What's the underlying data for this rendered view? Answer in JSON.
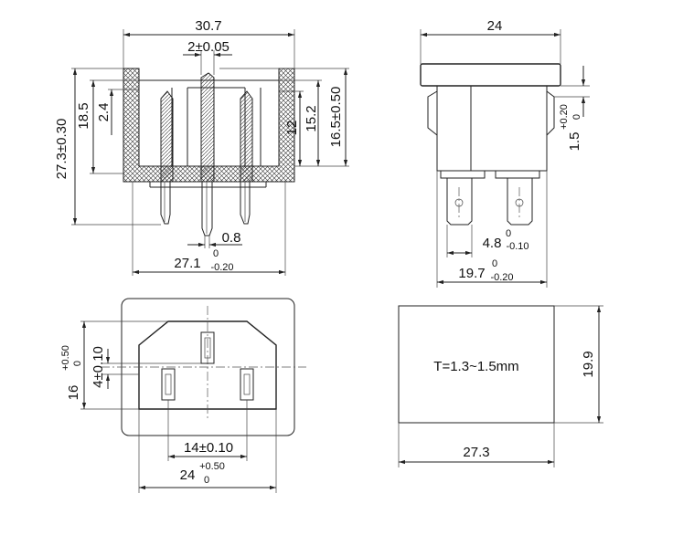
{
  "views": {
    "side": {
      "dims": {
        "top_width": "30.7",
        "pin_thickness": "2±0.05",
        "total_height": "27.3±0.30",
        "body_height": "18.5",
        "wall": "2.4",
        "right_height": "16.5±0.50",
        "right_mid": "15.2",
        "right_inner": "12",
        "pin_width": "0.8",
        "bottom_width_main": "27.1",
        "bottom_width_tol_upper": "0",
        "bottom_width_tol_lower": "-0.20"
      }
    },
    "end": {
      "dims": {
        "top_width": "24",
        "right_main": "1.5",
        "right_tol_upper": "+0.20",
        "right_tol_lower": "0",
        "pin_width_main": "4.8",
        "pin_width_tol_upper": "0",
        "pin_width_tol_lower": "-0.10",
        "body_width_main": "19.7",
        "body_width_tol_upper": "0",
        "body_width_tol_lower": "-0.20"
      }
    },
    "front": {
      "dims": {
        "height_main": "16",
        "height_tol_upper": "+0.50",
        "height_tol_lower": "0",
        "offset": "4±0.10",
        "pin_spacing": "14±0.10",
        "width_main": "24",
        "width_tol_upper": "+0.50",
        "width_tol_lower": "0"
      }
    },
    "panel": {
      "note": "T=1.3~1.5mm",
      "height": "19.9",
      "width": "27.3"
    }
  }
}
